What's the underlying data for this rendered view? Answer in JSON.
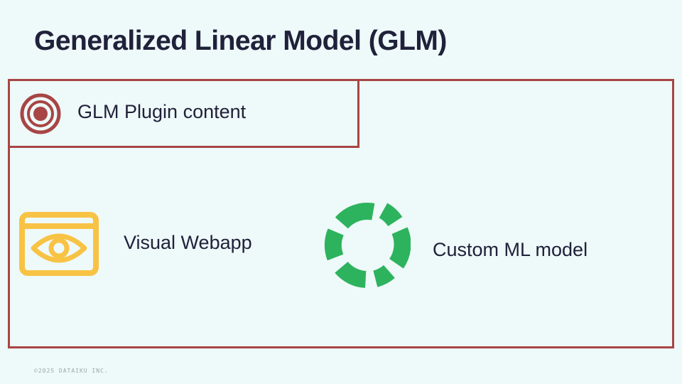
{
  "slide": {
    "title": "Generalized Linear Model (GLM)",
    "copyright": "©2025 DATAIKU INC."
  },
  "plugin_box": {
    "label": "GLM Plugin content",
    "icon": "target-icon",
    "border_color": "#a84545"
  },
  "components": [
    {
      "label": "Visual Webapp",
      "icon": "webapp-eye-icon",
      "color": "#f8c344"
    },
    {
      "label": "Custom ML model",
      "icon": "ring-segments-icon",
      "color": "#2db35d"
    }
  ],
  "colors": {
    "background": "#eef9f9",
    "text": "#20213a",
    "accent_red": "#a84545"
  }
}
